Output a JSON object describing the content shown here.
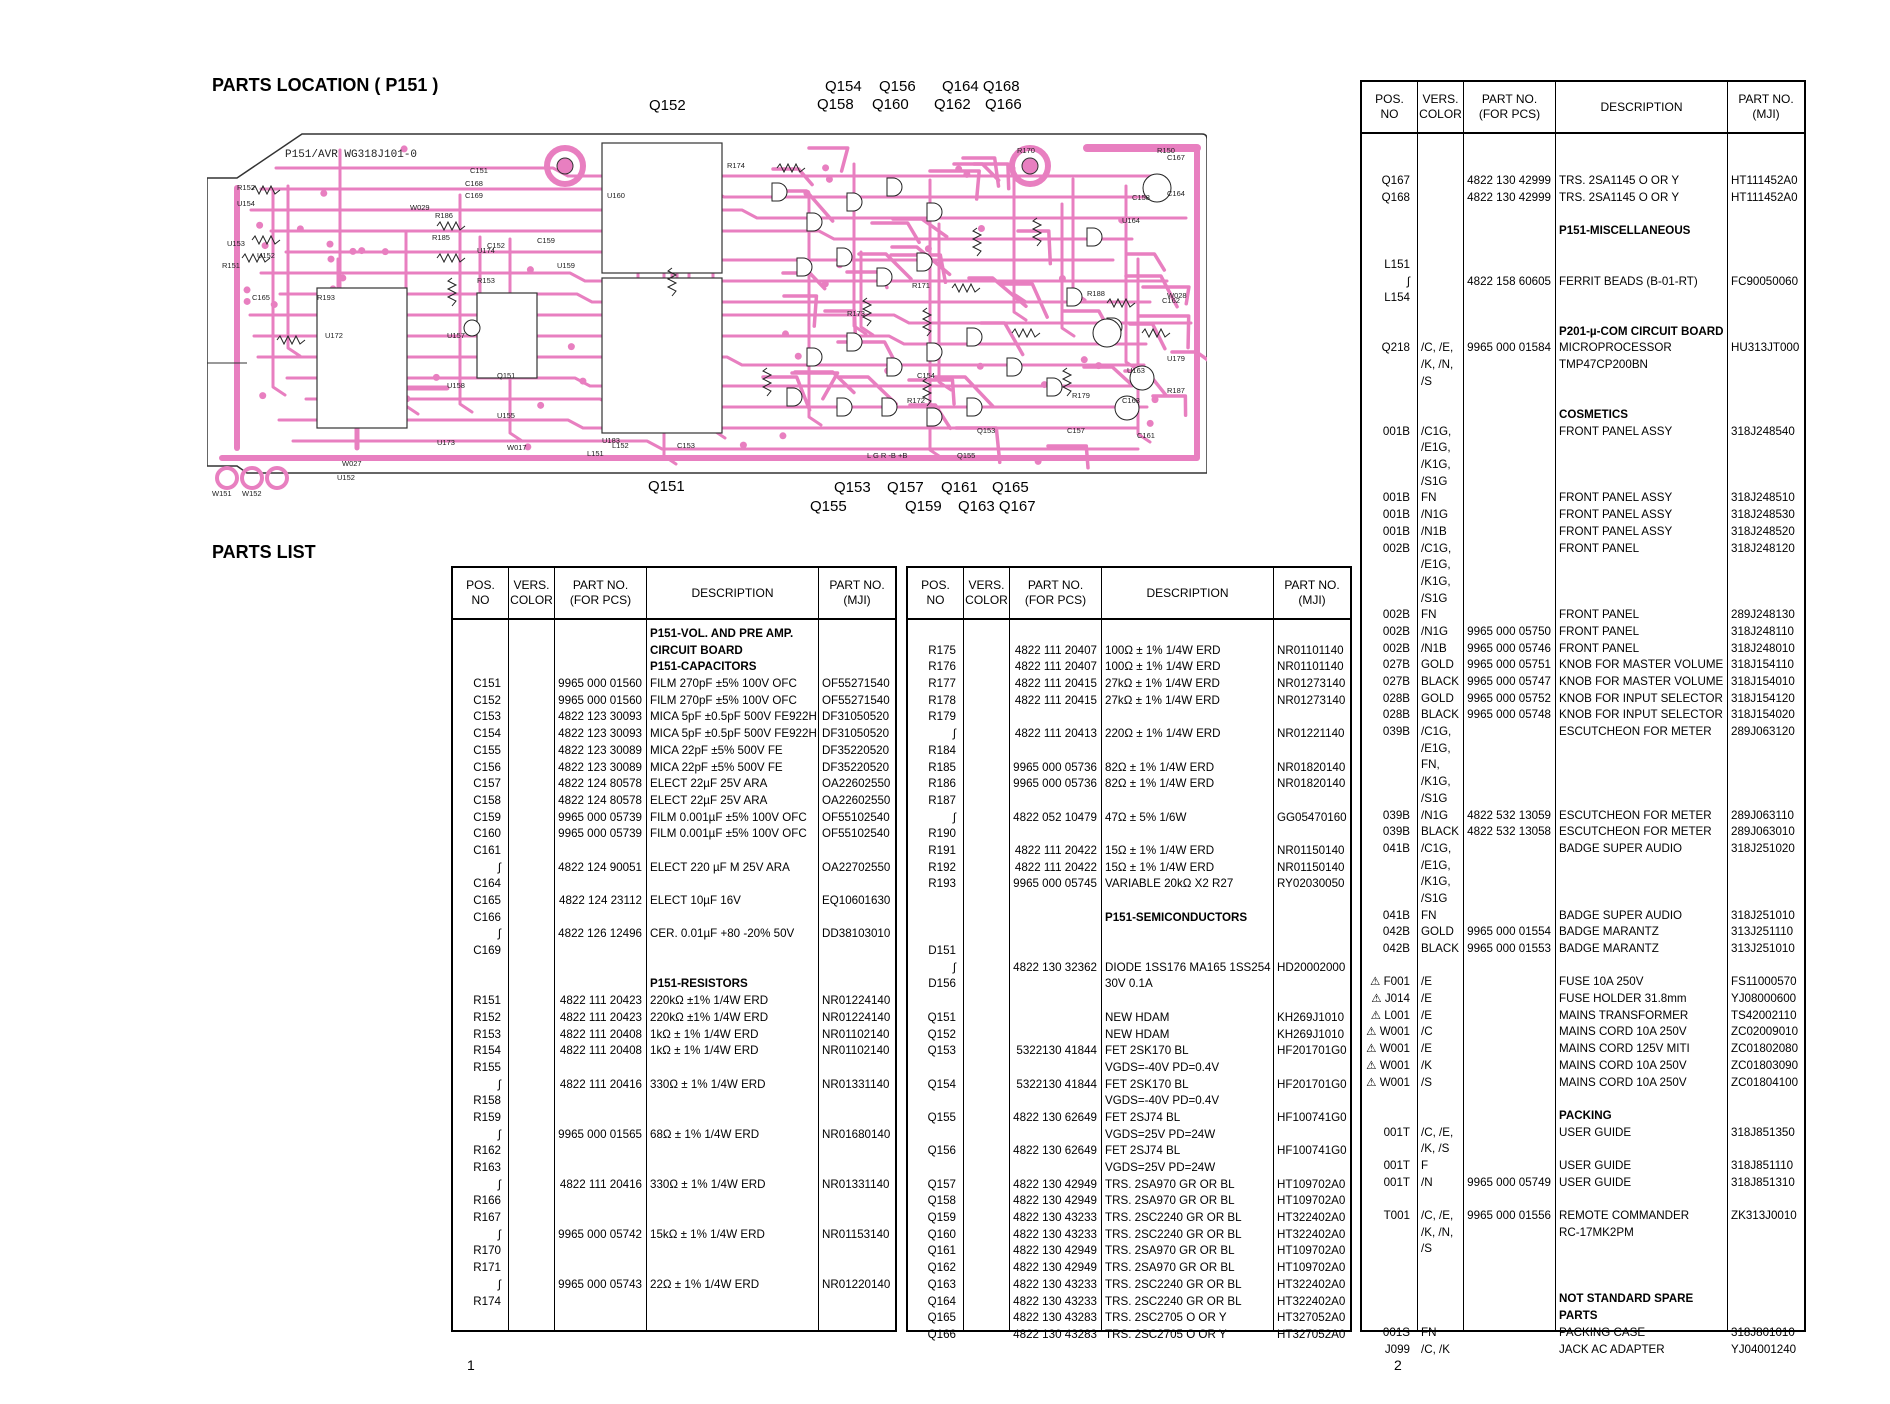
{
  "page": {
    "title": "PARTS LOCATION ( P151 )",
    "parts_list_title": "PARTS LIST",
    "page_left": "1",
    "page_right": "2"
  },
  "board": {
    "label": "P151/AVR WG318J101-0",
    "trace_color": "#e87fc0",
    "top_labels": [
      "Q152",
      "Q154",
      "Q156",
      "Q164 Q168",
      "Q158",
      "Q160",
      "Q162",
      "Q166"
    ],
    "bottom_labels": [
      "Q151",
      "Q153",
      "Q157",
      "Q161",
      "Q165",
      "Q155",
      "Q159",
      "Q163 Q167"
    ],
    "component_labels": [
      "C151",
      "C168",
      "C169",
      "W029",
      "R152",
      "R186",
      "U154",
      "R185",
      "U153",
      "U152",
      "R151",
      "C152",
      "U174",
      "U159",
      "C159",
      "C165",
      "R153",
      "U155",
      "U157",
      "U158",
      "Q151",
      "U183",
      "U173",
      "W017",
      "L151",
      "L152",
      "C153",
      "W027",
      "U152",
      "W151",
      "W152",
      "R193",
      "U172",
      "U160",
      "C158",
      "C164",
      "U164",
      "R150",
      "C167",
      "R170",
      "W028",
      "C162",
      "R188",
      "U163",
      "C163",
      "U179",
      "R179",
      "R187",
      "C157",
      "C161",
      "Q153",
      "Q155",
      "C154",
      "R172",
      "R173",
      "R171",
      "R174",
      "L G R -B +B"
    ]
  },
  "table_headers": {
    "pos": "POS.\nNO",
    "vers": "VERS.\nCOLOR",
    "pcs": "PART NO.\n(FOR PCS)",
    "desc": "DESCRIPTION",
    "mji": "PART NO.\n(MJI)"
  },
  "table1": [
    [
      "",
      "",
      "",
      "P151-VOL. AND PRE AMP.",
      "",
      1
    ],
    [
      "",
      "",
      "",
      "CIRCUIT BOARD",
      "",
      1
    ],
    [
      "",
      "",
      "",
      "P151-CAPACITORS",
      "",
      1
    ],
    [
      "C151",
      "",
      "9965 000 01560",
      "FILM 270pF ±5% 100V OFC",
      "OF55271540",
      0
    ],
    [
      "C152",
      "",
      "9965 000 01560",
      "FILM 270pF ±5% 100V OFC",
      "OF55271540",
      0
    ],
    [
      "C153",
      "",
      "4822 123 30093",
      "MICA 5pF ±0.5pF 500V FE922H",
      "DF31050520",
      0
    ],
    [
      "C154",
      "",
      "4822 123 30093",
      "MICA 5pF ±0.5pF 500V FE922H",
      "DF31050520",
      0
    ],
    [
      "C155",
      "",
      "4822 123 30089",
      "MICA 22pF ±5% 500V FE",
      "DF35220520",
      0
    ],
    [
      "C156",
      "",
      "4822 123 30089",
      "MICA 22pF ±5% 500V FE",
      "DF35220520",
      0
    ],
    [
      "C157",
      "",
      "4822 124 80578",
      "ELECT 22µF 25V ARA",
      "OA22602550",
      0
    ],
    [
      "C158",
      "",
      "4822 124 80578",
      "ELECT 22µF 25V ARA",
      "OA22602550",
      0
    ],
    [
      "C159",
      "",
      "9965 000 05739",
      "FILM 0.001µF ±5% 100V OFC",
      "OF55102540",
      0
    ],
    [
      "C160",
      "",
      "9965 000 05739",
      "FILM 0.001µF ±5% 100V OFC",
      "OF55102540",
      0
    ],
    [
      "C161",
      "",
      "",
      "",
      "",
      0
    ],
    [
      "∫",
      "",
      "4822 124 90051",
      "ELECT 220 µF M 25V ARA",
      "OA22702550",
      0
    ],
    [
      "C164",
      "",
      "",
      "",
      "",
      0
    ],
    [
      "C165",
      "",
      "4822 124 23112",
      "ELECT 10µF 16V",
      "EQ10601630",
      0
    ],
    [
      "C166",
      "",
      "",
      "",
      "",
      0
    ],
    [
      "∫",
      "",
      "4822 126 12496",
      "CER. 0.01µF +80 -20% 50V",
      "DD38103010",
      0
    ],
    [
      "C169",
      "",
      "",
      "",
      "",
      0
    ],
    [
      "",
      "",
      "",
      "",
      "",
      0
    ],
    [
      "",
      "",
      "",
      "P151-RESISTORS",
      "",
      1
    ],
    [
      "R151",
      "",
      "4822 111 20423",
      "220kΩ ±1% 1/4W ERD",
      "NR01224140",
      0
    ],
    [
      "R152",
      "",
      "4822 111 20423",
      "220kΩ ±1% 1/4W ERD",
      "NR01224140",
      0
    ],
    [
      "R153",
      "",
      "4822 111 20408",
      "1kΩ ± 1% 1/4W ERD",
      "NR01102140",
      0
    ],
    [
      "R154",
      "",
      "4822 111 20408",
      "1kΩ ± 1% 1/4W ERD",
      "NR01102140",
      0
    ],
    [
      "R155",
      "",
      "",
      "",
      "",
      0
    ],
    [
      "∫",
      "",
      "4822 111 20416",
      "330Ω ± 1% 1/4W ERD",
      "NR01331140",
      0
    ],
    [
      "R158",
      "",
      "",
      "",
      "",
      0
    ],
    [
      "R159",
      "",
      "",
      "",
      "",
      0
    ],
    [
      "∫",
      "",
      "9965 000 01565",
      "68Ω ± 1% 1/4W ERD",
      "NR01680140",
      0
    ],
    [
      "R162",
      "",
      "",
      "",
      "",
      0
    ],
    [
      "R163",
      "",
      "",
      "",
      "",
      0
    ],
    [
      "∫",
      "",
      "4822 111 20416",
      "330Ω ± 1% 1/4W ERD",
      "NR01331140",
      0
    ],
    [
      "R166",
      "",
      "",
      "",
      "",
      0
    ],
    [
      "R167",
      "",
      "",
      "",
      "",
      0
    ],
    [
      "∫",
      "",
      "9965 000 05742",
      "15kΩ ± 1% 1/4W ERD",
      "NR01153140",
      0
    ],
    [
      "R170",
      "",
      "",
      "",
      "",
      0
    ],
    [
      "R171",
      "",
      "",
      "",
      "",
      0
    ],
    [
      "∫",
      "",
      "9965 000 05743",
      "22Ω ± 1% 1/4W ERD",
      "NR01220140",
      0
    ],
    [
      "R174",
      "",
      "",
      "",
      "",
      0
    ]
  ],
  "table2": [
    [
      "",
      "",
      "",
      "",
      "",
      0
    ],
    [
      "R175",
      "",
      "4822 111 20407",
      "100Ω ± 1% 1/4W ERD",
      "NR01101140",
      0
    ],
    [
      "R176",
      "",
      "4822 111 20407",
      "100Ω ± 1% 1/4W ERD",
      "NR01101140",
      0
    ],
    [
      "R177",
      "",
      "4822 111 20415",
      "27kΩ ± 1% 1/4W ERD",
      "NR01273140",
      0
    ],
    [
      "R178",
      "",
      "4822 111 20415",
      "27kΩ ± 1% 1/4W ERD",
      "NR01273140",
      0
    ],
    [
      "R179",
      "",
      "",
      "",
      "",
      0
    ],
    [
      "∫",
      "",
      "4822 111 20413",
      "220Ω ± 1% 1/4W ERD",
      "NR01221140",
      0
    ],
    [
      "R184",
      "",
      "",
      "",
      "",
      0
    ],
    [
      "R185",
      "",
      "9965 000 05736",
      "82Ω ± 1% 1/4W ERD",
      "NR01820140",
      0
    ],
    [
      "R186",
      "",
      "9965 000 05736",
      "82Ω ± 1% 1/4W ERD",
      "NR01820140",
      0
    ],
    [
      "R187",
      "",
      "",
      "",
      "",
      0
    ],
    [
      "∫",
      "",
      "4822 052 10479",
      "47Ω ± 5% 1/6W",
      "GG05470160",
      0
    ],
    [
      "R190",
      "",
      "",
      "",
      "",
      0
    ],
    [
      "R191",
      "",
      "4822 111 20422",
      "15Ω ± 1% 1/4W ERD",
      "NR01150140",
      0
    ],
    [
      "R192",
      "",
      "4822 111 20422",
      "15Ω ± 1% 1/4W ERD",
      "NR01150140",
      0
    ],
    [
      "R193",
      "",
      "9965 000 05745",
      "VARIABLE 20kΩ X2 R27",
      "RY02030050",
      0
    ],
    [
      "",
      "",
      "",
      "",
      "",
      0
    ],
    [
      "",
      "",
      "",
      "P151-SEMICONDUCTORS",
      "",
      1
    ],
    [
      "",
      "",
      "",
      "",
      "",
      0
    ],
    [
      "D151",
      "",
      "",
      "",
      "",
      0
    ],
    [
      "∫",
      "",
      "4822 130 32362",
      "DIODE 1SS176 MA165 1SS254",
      "HD20002000",
      0
    ],
    [
      "D156",
      "",
      "",
      "30V 0.1A",
      "",
      0
    ],
    [
      "",
      "",
      "",
      "",
      "",
      0
    ],
    [
      "Q151",
      "",
      "",
      "NEW HDAM",
      "KH269J1010",
      0
    ],
    [
      "Q152",
      "",
      "",
      "NEW HDAM",
      "KH269J1010",
      0
    ],
    [
      "Q153",
      "",
      "5322130 41844",
      "FET 2SK170 BL",
      "HF201701G0",
      0
    ],
    [
      "",
      "",
      "",
      "VGDS=-40V PD=0.4V",
      "",
      0
    ],
    [
      "Q154",
      "",
      "5322130 41844",
      "FET 2SK170 BL",
      "HF201701G0",
      0
    ],
    [
      "",
      "",
      "",
      "VGDS=-40V PD=0.4V",
      "",
      0
    ],
    [
      "Q155",
      "",
      "4822 130 62649",
      "FET 2SJ74 BL",
      "HF100741G0",
      0
    ],
    [
      "",
      "",
      "",
      "VGDS=25V PD=24W",
      "",
      0
    ],
    [
      "Q156",
      "",
      "4822 130 62649",
      "FET 2SJ74 BL",
      "HF100741G0",
      0
    ],
    [
      "",
      "",
      "",
      "VGDS=25V PD=24W",
      "",
      0
    ],
    [
      "Q157",
      "",
      "4822 130 42949",
      "TRS. 2SA970 GR OR BL",
      "HT109702A0",
      0
    ],
    [
      "Q158",
      "",
      "4822 130 42949",
      "TRS. 2SA970 GR OR BL",
      "HT109702A0",
      0
    ],
    [
      "Q159",
      "",
      "4822 130 43233",
      "TRS. 2SC2240 GR OR BL",
      "HT322402A0",
      0
    ],
    [
      "Q160",
      "",
      "4822 130 43233",
      "TRS. 2SC2240 GR OR BL",
      "HT322402A0",
      0
    ],
    [
      "Q161",
      "",
      "4822 130 42949",
      "TRS. 2SA970 GR OR BL",
      "HT109702A0",
      0
    ],
    [
      "Q162",
      "",
      "4822 130 42949",
      "TRS. 2SA970 GR OR BL",
      "HT109702A0",
      0
    ],
    [
      "Q163",
      "",
      "4822 130 43233",
      "TRS. 2SC2240 GR OR BL",
      "HT322402A0",
      0
    ],
    [
      "Q164",
      "",
      "4822 130 43233",
      "TRS. 2SC2240 GR OR BL",
      "HT322402A0",
      0
    ],
    [
      "Q165",
      "",
      "4822 130 43283",
      "TRS. 2SC2705 O OR Y",
      "HT327052A0",
      0
    ],
    [
      "Q166",
      "",
      "4822 130 43283",
      "TRS. 2SC2705 O OR Y",
      "HT327052A0",
      0
    ]
  ],
  "table3": [
    [
      "",
      "",
      "",
      "",
      "",
      0
    ],
    [
      "",
      "",
      "",
      "",
      "",
      0
    ],
    [
      "Q167",
      "",
      "4822 130 42999",
      "TRS. 2SA1145 O OR Y",
      "HT111452A0",
      0
    ],
    [
      "Q168",
      "",
      "4822 130 42999",
      "TRS. 2SA1145 O OR Y",
      "HT111452A0",
      0
    ],
    [
      "",
      "",
      "",
      "",
      "",
      0
    ],
    [
      "",
      "",
      "",
      "P151-MISCELLANEOUS",
      "",
      1
    ],
    [
      "",
      "",
      "",
      "",
      "",
      0
    ],
    [
      "L151",
      "",
      "",
      "",
      "",
      0
    ],
    [
      "∫",
      "",
      "4822 158 60605",
      "FERRIT BEADS (B-01-RT)",
      "FC90050060",
      0
    ],
    [
      "L154",
      "",
      "",
      "",
      "",
      0
    ],
    [
      "",
      "",
      "",
      "",
      "",
      0
    ],
    [
      "",
      "",
      "",
      "P201-µ-COM CIRCUIT BOARD",
      "",
      1
    ],
    [
      "Q218",
      "/C, /E,",
      "9965 000 01584",
      "MICROPROCESSOR",
      "HU313JT000",
      0
    ],
    [
      "",
      "/K, /N,",
      "",
      "TMP47CP200BN",
      "",
      0
    ],
    [
      "",
      "/S",
      "",
      "",
      "",
      0
    ],
    [
      "",
      "",
      "",
      "",
      "",
      0
    ],
    [
      "",
      "",
      "",
      "COSMETICS",
      "",
      1
    ],
    [
      "001B",
      "/C1G,",
      "",
      "FRONT PANEL ASSY",
      "318J248540",
      0
    ],
    [
      "",
      "/E1G,",
      "",
      "",
      "",
      0
    ],
    [
      "",
      "/K1G,",
      "",
      "",
      "",
      0
    ],
    [
      "",
      "/S1G",
      "",
      "",
      "",
      0
    ],
    [
      "001B",
      "FN",
      "",
      "FRONT PANEL ASSY",
      "318J248510",
      0
    ],
    [
      "001B",
      "/N1G",
      "",
      "FRONT PANEL ASSY",
      "318J248530",
      0
    ],
    [
      "001B",
      "/N1B",
      "",
      "FRONT PANEL ASSY",
      "318J248520",
      0
    ],
    [
      "002B",
      "/C1G,",
      "",
      "FRONT PANEL",
      "318J248120",
      0
    ],
    [
      "",
      "/E1G,",
      "",
      "",
      "",
      0
    ],
    [
      "",
      "/K1G,",
      "",
      "",
      "",
      0
    ],
    [
      "",
      "/S1G",
      "",
      "",
      "",
      0
    ],
    [
      "002B",
      "FN",
      "",
      "FRONT PANEL",
      "289J248130",
      0
    ],
    [
      "002B",
      "/N1G",
      "9965 000 05750",
      "FRONT PANEL",
      "318J248110",
      0
    ],
    [
      "002B",
      "/N1B",
      "9965 000 05746",
      "FRONT PANEL",
      "318J248010",
      0
    ],
    [
      "027B",
      "GOLD",
      "9965 000 05751",
      "KNOB FOR MASTER VOLUME",
      "318J154110",
      0
    ],
    [
      "027B",
      "BLACK",
      "9965 000 05747",
      "KNOB FOR MASTER VOLUME",
      "318J154010",
      0
    ],
    [
      "028B",
      "GOLD",
      "9965 000 05752",
      "KNOB FOR INPUT SELECTOR",
      "318J154120",
      0
    ],
    [
      "028B",
      "BLACK",
      "9965 000 05748",
      "KNOB FOR INPUT SELECTOR",
      "318J154020",
      0
    ],
    [
      "039B",
      "/C1G,",
      "",
      "ESCUTCHEON FOR METER",
      "289J063120",
      0
    ],
    [
      "",
      "/E1G,",
      "",
      "",
      "",
      0
    ],
    [
      "",
      "FN,",
      "",
      "",
      "",
      0
    ],
    [
      "",
      "/K1G,",
      "",
      "",
      "",
      0
    ],
    [
      "",
      "/S1G",
      "",
      "",
      "",
      0
    ],
    [
      "039B",
      "/N1G",
      "4822 532 13059",
      "ESCUTCHEON FOR METER",
      "289J063110",
      0
    ],
    [
      "039B",
      "BLACK",
      "4822 532 13058",
      "ESCUTCHEON FOR METER",
      "289J063010",
      0
    ],
    [
      "041B",
      "/C1G,",
      "",
      "BADGE SUPER AUDIO",
      "318J251020",
      0
    ],
    [
      "",
      "/E1G,",
      "",
      "",
      "",
      0
    ],
    [
      "",
      "/K1G,",
      "",
      "",
      "",
      0
    ],
    [
      "",
      "/S1G",
      "",
      "",
      "",
      0
    ],
    [
      "041B",
      "FN",
      "",
      "BADGE SUPER AUDIO",
      "318J251010",
      0
    ],
    [
      "042B",
      "GOLD",
      "9965 000 01554",
      "BADGE MARANTZ",
      "313J251110",
      0
    ],
    [
      "042B",
      "BLACK",
      "9965 000 01553",
      "BADGE MARANTZ",
      "313J251010",
      0
    ],
    [
      "",
      "",
      "",
      "",
      "",
      0
    ],
    [
      "⚠ F001",
      "/E",
      "",
      "FUSE 10A 250V",
      "FS11000570",
      0
    ],
    [
      "⚠ J014",
      "/E",
      "",
      "FUSE HOLDER 31.8mm",
      "YJ08000600",
      0
    ],
    [
      "⚠ L001",
      "/E",
      "",
      "MAINS TRANSFORMER",
      "TS42002110",
      0
    ],
    [
      "⚠ W001",
      "/C",
      "",
      "MAINS CORD 10A 250V",
      "ZC02009010",
      0
    ],
    [
      "⚠ W001",
      "/E",
      "",
      "MAINS CORD 125V MITI",
      "ZC01802080",
      0
    ],
    [
      "⚠ W001",
      "/K",
      "",
      "MAINS CORD 10A 250V",
      "ZC01803090",
      0
    ],
    [
      "⚠ W001",
      "/S",
      "",
      "MAINS CORD 10A 250V",
      "ZC01804100",
      0
    ],
    [
      "",
      "",
      "",
      "",
      "",
      0
    ],
    [
      "",
      "",
      "",
      "PACKING",
      "",
      1
    ],
    [
      "001T",
      "/C, /E,",
      "",
      "USER GUIDE",
      "318J851350",
      0
    ],
    [
      "",
      "/K, /S",
      "",
      "",
      "",
      0
    ],
    [
      "001T",
      "F",
      "",
      "USER GUIDE",
      "318J851110",
      0
    ],
    [
      "001T",
      "/N",
      "9965 000 05749",
      "USER GUIDE",
      "318J851310",
      0
    ],
    [
      "",
      "",
      "",
      "",
      "",
      0
    ],
    [
      "T001",
      "/C, /E,",
      "9965 000 01556",
      "REMOTE COMMANDER",
      "ZK313J0010",
      0
    ],
    [
      "",
      "/K, /N,",
      "",
      "RC-17MK2PM",
      "",
      0
    ],
    [
      "",
      "/S",
      "",
      "",
      "",
      0
    ],
    [
      "",
      "",
      "",
      "",
      "",
      0
    ],
    [
      "",
      "",
      "",
      "",
      "",
      0
    ],
    [
      "",
      "",
      "",
      "NOT STANDARD SPARE",
      "",
      1
    ],
    [
      "",
      "",
      "",
      "PARTS",
      "",
      1
    ],
    [
      "001S",
      "FN",
      "",
      "PACKING CASE",
      "318J801010",
      0
    ],
    [
      "J099",
      "/C, /K",
      "",
      "JACK AC ADAPTER",
      "YJ04001240",
      0
    ]
  ]
}
